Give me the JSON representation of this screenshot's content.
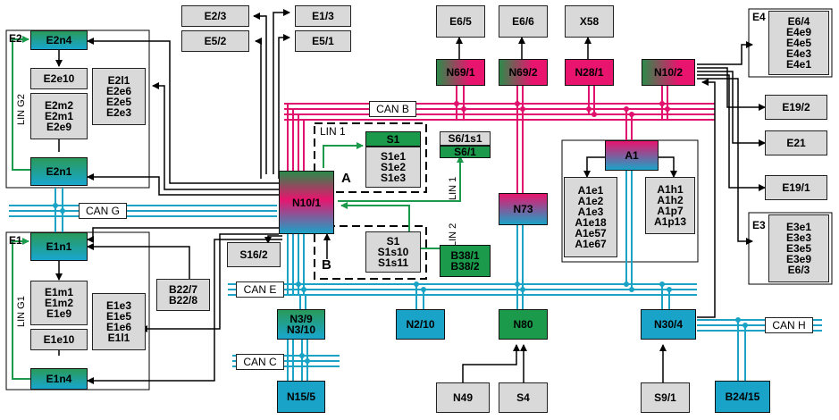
{
  "colors": {
    "can_bus": "#1ba3c6",
    "can_b": "#e0126e",
    "lin": "#1a9a4a",
    "ecu_gray": "#d9d9d9"
  },
  "top_modules": {
    "e2_3": "E2/3",
    "e1_3": "E1/3",
    "e5_2": "E5/2",
    "e5_1": "E5/1",
    "e6_5": "E6/5",
    "e6_6": "E6/6",
    "x58": "X58"
  },
  "gateways_top": {
    "n69_1": "N69/1",
    "n69_2": "N69/2",
    "n28_1": "N28/1",
    "n10_2": "N10/2"
  },
  "bus_labels": {
    "can_b": "CAN B",
    "can_g": "CAN G",
    "can_e": "CAN E",
    "can_c": "CAN C",
    "can_h": "CAN H",
    "lin1_a": "LIN 1",
    "lin1_b": "LIN 1",
    "lin2": "LIN 2",
    "lin_g2": "LIN G2",
    "lin_g1": "LIN G1"
  },
  "group_e2": {
    "label": "E2",
    "e2n4": "E2n4",
    "e2e10": "E2e10",
    "e2m": "E2m2\nE2m1\nE2e9",
    "e2l": "E2l1\nE2e6\nE2e5\nE2e3",
    "e2n1": "E2n1"
  },
  "group_e1": {
    "label": "E1",
    "e1n1": "E1n1",
    "e1m": "E1m1\nE1m2\nE1e9",
    "e1e10": "E1e10",
    "e1e": "E1e3\nE1e5\nE1e6\nE1l1",
    "e1n4": "E1n4"
  },
  "center": {
    "n10_1": "N10/1",
    "label_a": "A",
    "label_b": "B",
    "s1": "S1",
    "s1_list": "S1e1\nS1e2\nS1e3",
    "s1_b": "S1\nS1s10\nS1s11",
    "s16_2": "S16/2",
    "b22": "B22/7\nB22/8",
    "s6_1s1": "S6/1s1",
    "s6_1": "S6/1",
    "b38": "B38/1\nB38/2",
    "n73": "N73"
  },
  "group_a1": {
    "a1": "A1",
    "left": "A1e1\nA1e2\nA1e3\nA1e18\nA1e57\nA1e67",
    "right": "A1h1\nA1h2\nA1p7\nA1p13"
  },
  "group_e4": {
    "label": "E4",
    "list": "E6/4\nE4e9\nE4e5\nE4e3\nE4e1"
  },
  "group_e3": {
    "label": "E3",
    "list": "E3e1\nE3e3\nE3e5\nE3e9\nE6/3"
  },
  "right_modules": {
    "e19_2": "E19/2",
    "e21": "E21",
    "e19_1": "E19/1"
  },
  "bottom_modules": {
    "n3": "N3/9\nN3/10",
    "n2_10": "N2/10",
    "n80": "N80",
    "n30_4": "N30/4",
    "n15_5": "N15/5",
    "n49": "N49",
    "s4": "S4",
    "s9_1": "S9/1",
    "b24_15": "B24/15"
  }
}
